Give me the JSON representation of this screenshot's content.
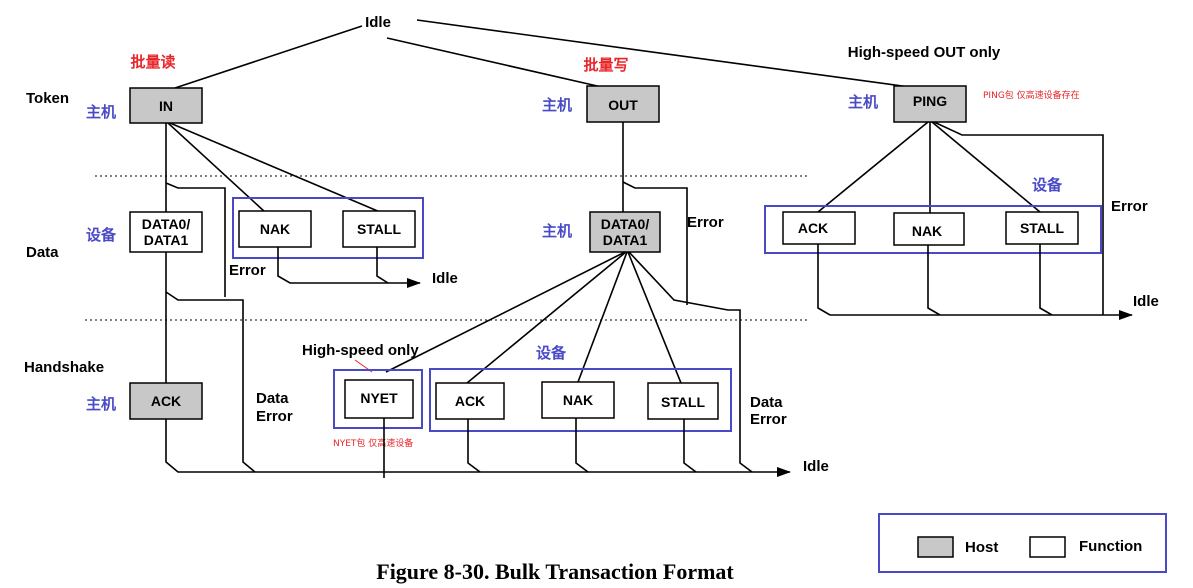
{
  "idle": "Idle",
  "phases": {
    "token": "Token",
    "data": "Data",
    "handshake": "Handshake"
  },
  "annotations": {
    "bulk_read": "批量读",
    "bulk_write": "批量写",
    "hs_out_only": "High-speed OUT only",
    "hs_only": "High-speed only",
    "ping_note": "PING包 仅高速设备存在",
    "nyet_note": "NYET包 仅高速设备",
    "error": "Error",
    "data_error_1": "Data",
    "data_error_2": "Error"
  },
  "roles": {
    "host": "主机",
    "device": "设备"
  },
  "boxes": {
    "in": "IN",
    "out": "OUT",
    "ping": "PING",
    "data0": "DATA0/",
    "data1": "DATA1",
    "nak": "NAK",
    "stall": "STALL",
    "ack": "ACK",
    "nyet": "NYET"
  },
  "legend": {
    "host": "Host",
    "function": "Function"
  },
  "caption": "Figure 8-30.  Bulk Transaction Format",
  "colors": {
    "host_fill": "#c8c8c8",
    "group_border": "#4a4ac8",
    "accent_red": "#e8262a",
    "accent_blue": "#4a4ac8"
  }
}
